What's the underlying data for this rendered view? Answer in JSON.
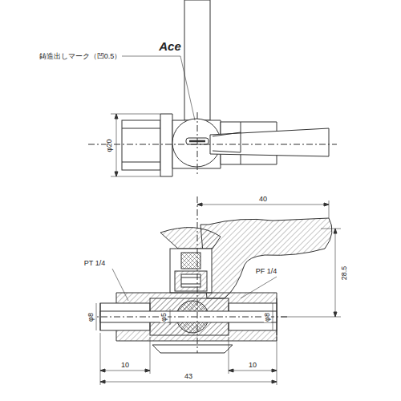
{
  "diagram": {
    "labels": [
      "Ace",
      "鋳造出しマーク（凹0.5）",
      "φ20",
      "40",
      "PT 1/4",
      "PF 1/4",
      "28.5",
      "φ8",
      "φ5",
      "φ8",
      "10",
      "10",
      "43"
    ]
  }
}
